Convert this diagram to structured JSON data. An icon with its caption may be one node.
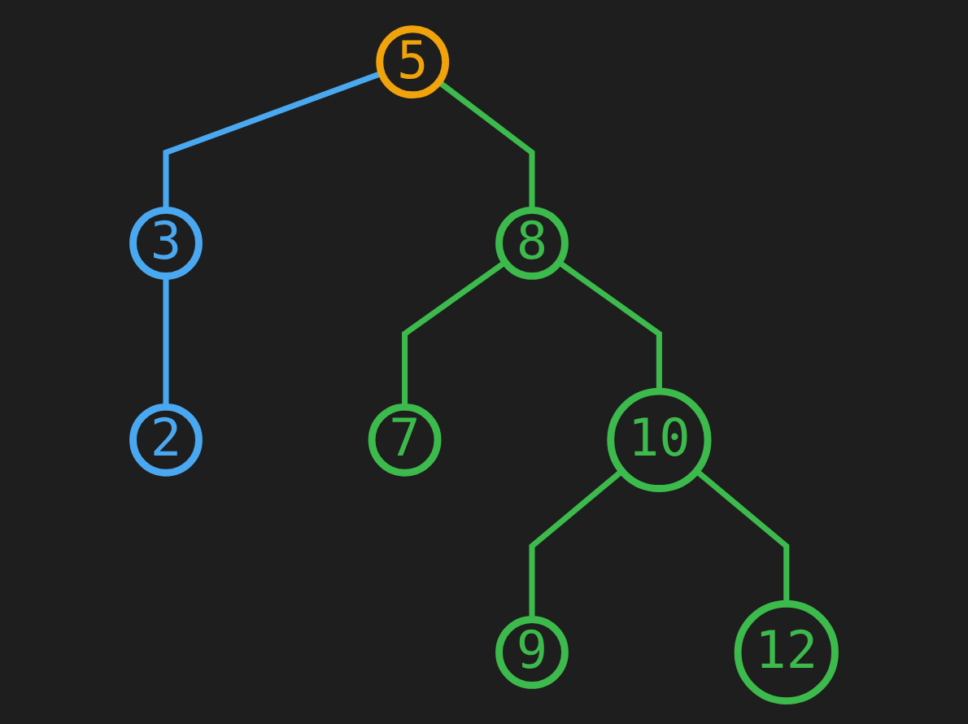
{
  "diagram": {
    "nodes": [
      {
        "text": [
          "5"
        ]
      },
      {
        "text": [
          "3"
        ]
      },
      {
        "text": [
          "8"
        ]
      },
      {
        "text": [
          "2"
        ]
      },
      {
        "text": [
          "7"
        ]
      },
      {
        "text": [
          "10"
        ]
      },
      {
        "text": [
          "9"
        ]
      },
      {
        "text": [
          "12"
        ]
      }
    ],
    "edges": [
      {
        "from": 0,
        "to": 1,
        "arrow": "none",
        "color": "#4aa8f0"
      },
      {
        "from": 0,
        "to": 2,
        "arrow": "none"
      },
      {
        "from": 1,
        "to": 3,
        "arrow": "none",
        "color": "#4aa8f0"
      },
      {
        "from": 2,
        "to": 4,
        "arrow": "none"
      },
      {
        "from": 2,
        "to": 5,
        "arrow": "none"
      },
      {
        "from": 5,
        "to": 6,
        "arrow": "none"
      },
      {
        "from": 5,
        "to": 7,
        "arrow": "none"
      }
    ]
  }
}
